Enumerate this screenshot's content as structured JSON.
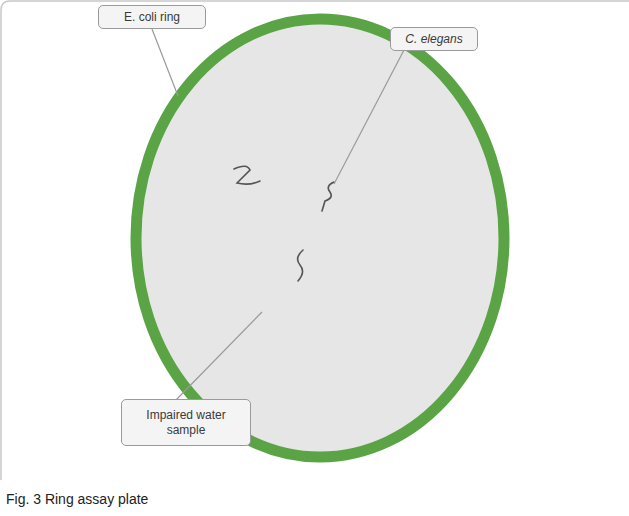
{
  "diagram": {
    "caption": "Fig. 3 Ring assay plate",
    "nodes": [
      {
        "text": [
          "E. coli ring"
        ]
      },
      {
        "text": [
          "C. elegans"
        ]
      },
      {
        "text": [
          "Impaired water sample"
        ]
      }
    ]
  }
}
